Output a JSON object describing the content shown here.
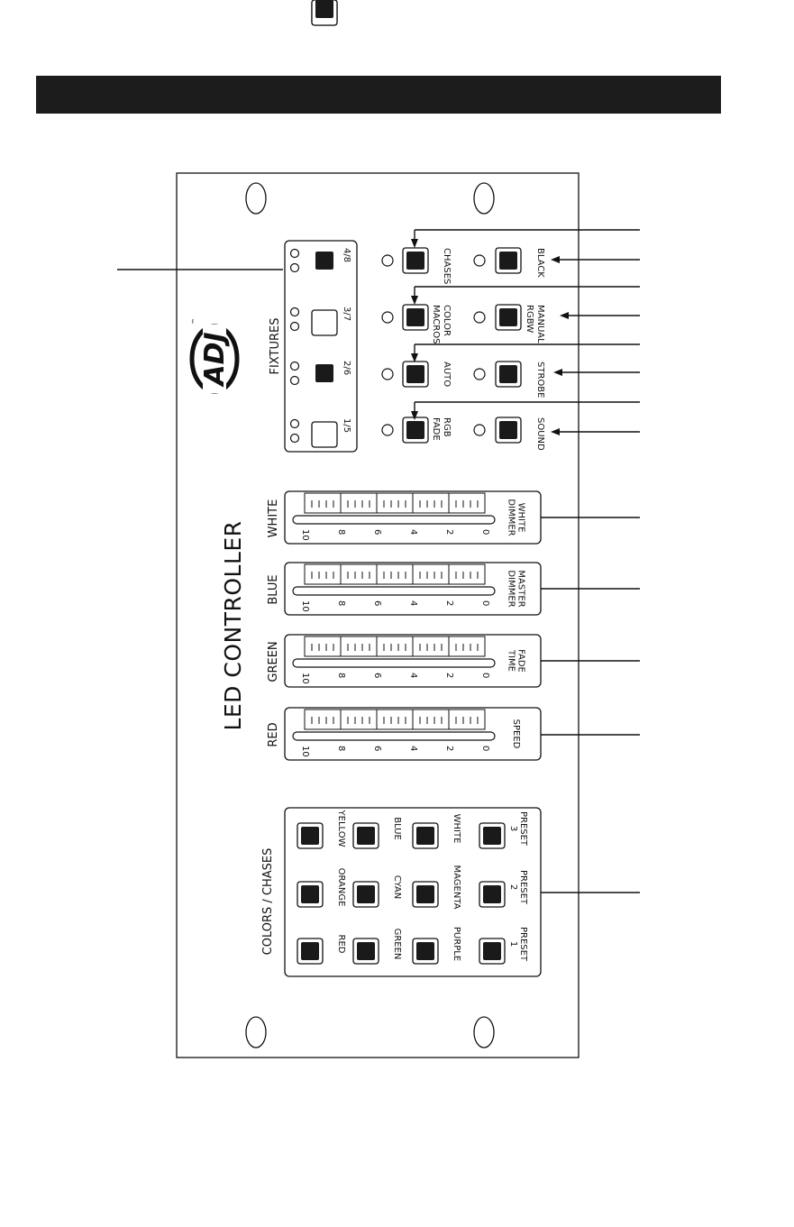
{
  "panel": {
    "title": "LED CONTROLLER",
    "brand": "ADJ",
    "brand_mark": "™"
  },
  "fixtures": {
    "title": "FIXTURES",
    "labels": [
      "1/5",
      "2/6",
      "3/7",
      "4/8"
    ]
  },
  "functions": {
    "left_column": [
      {
        "id": "rgb-fade",
        "lines": [
          "RGB",
          "FADE"
        ]
      },
      {
        "id": "auto",
        "lines": [
          "AUTO"
        ]
      },
      {
        "id": "color-macros",
        "lines": [
          "COLOR",
          "MACROS"
        ]
      },
      {
        "id": "chases",
        "lines": [
          "CHASES"
        ]
      }
    ],
    "right_column": [
      {
        "id": "sound",
        "lines": [
          "SOUND"
        ]
      },
      {
        "id": "strobe",
        "lines": [
          "STROBE"
        ]
      },
      {
        "id": "manual-rgbw",
        "lines": [
          "MANUAL",
          "RGBW"
        ]
      },
      {
        "id": "black",
        "lines": [
          "BLACK"
        ]
      }
    ]
  },
  "faders": {
    "ticks": [
      "10",
      "8",
      "6",
      "4",
      "2",
      "0"
    ],
    "items": [
      {
        "id": "white",
        "channel": "WHITE",
        "func": [
          "WHITE",
          "DIMMER"
        ]
      },
      {
        "id": "blue",
        "channel": "BLUE",
        "func": [
          "MASTER",
          "DIMMER"
        ]
      },
      {
        "id": "green",
        "channel": "GREEN",
        "func": [
          "FADE",
          "TIME"
        ]
      },
      {
        "id": "red",
        "channel": "RED",
        "func": [
          "SPEED"
        ]
      }
    ]
  },
  "colors_chases": {
    "title": "COLORS / CHASES",
    "rows": [
      [
        {
          "lines": [
            "YELLOW"
          ]
        },
        {
          "lines": [
            "BLUE"
          ]
        },
        {
          "lines": [
            "WHITE"
          ]
        },
        {
          "lines": [
            "PRESET",
            "3"
          ]
        }
      ],
      [
        {
          "lines": [
            "ORANGE"
          ]
        },
        {
          "lines": [
            "CYAN"
          ]
        },
        {
          "lines": [
            "MAGENTA"
          ]
        },
        {
          "lines": [
            "PRESET",
            "2"
          ]
        }
      ],
      [
        {
          "lines": [
            "RED"
          ]
        },
        {
          "lines": [
            "GREEN"
          ]
        },
        {
          "lines": [
            "PURPLE"
          ]
        },
        {
          "lines": [
            "PRESET",
            "1"
          ]
        }
      ]
    ]
  }
}
